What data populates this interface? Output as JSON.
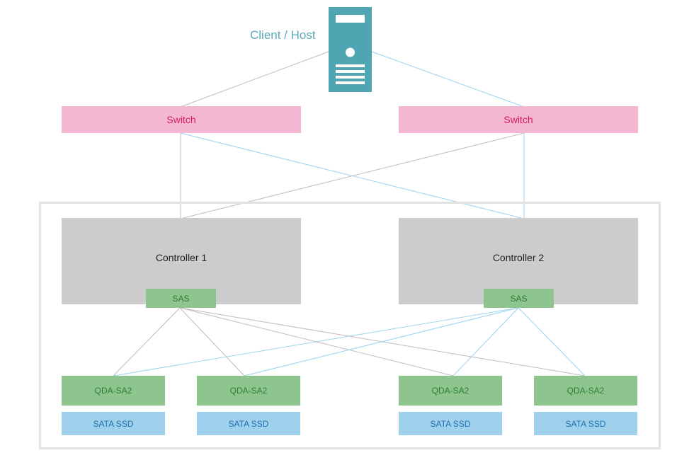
{
  "host": {
    "label": "Client / Host",
    "icon": "server-icon"
  },
  "switches": [
    {
      "label": "Switch"
    },
    {
      "label": "Switch"
    }
  ],
  "controllers": [
    {
      "label": "Controller 1",
      "port": "SAS"
    },
    {
      "label": "Controller 2",
      "port": "SAS"
    }
  ],
  "drives": [
    {
      "adapter": "QDA-SA2",
      "disk": "SATA SSD"
    },
    {
      "adapter": "QDA-SA2",
      "disk": "SATA SSD"
    },
    {
      "adapter": "QDA-SA2",
      "disk": "SATA SSD"
    },
    {
      "adapter": "QDA-SA2",
      "disk": "SATA SSD"
    }
  ],
  "colors": {
    "host": "#4fa6b2",
    "host_label": "#5aa9b8",
    "switch_fill": "#f4b7d1",
    "switch_text": "#d81b60",
    "controller_fill": "#cccccc",
    "sas_fill": "#8ec48e",
    "sas_text": "#2e7d32",
    "ssd_fill": "#9fd1ec",
    "ssd_text": "#1e6fb0",
    "link_gray": "#bdbdbd",
    "link_blue": "#9cd3ee"
  }
}
